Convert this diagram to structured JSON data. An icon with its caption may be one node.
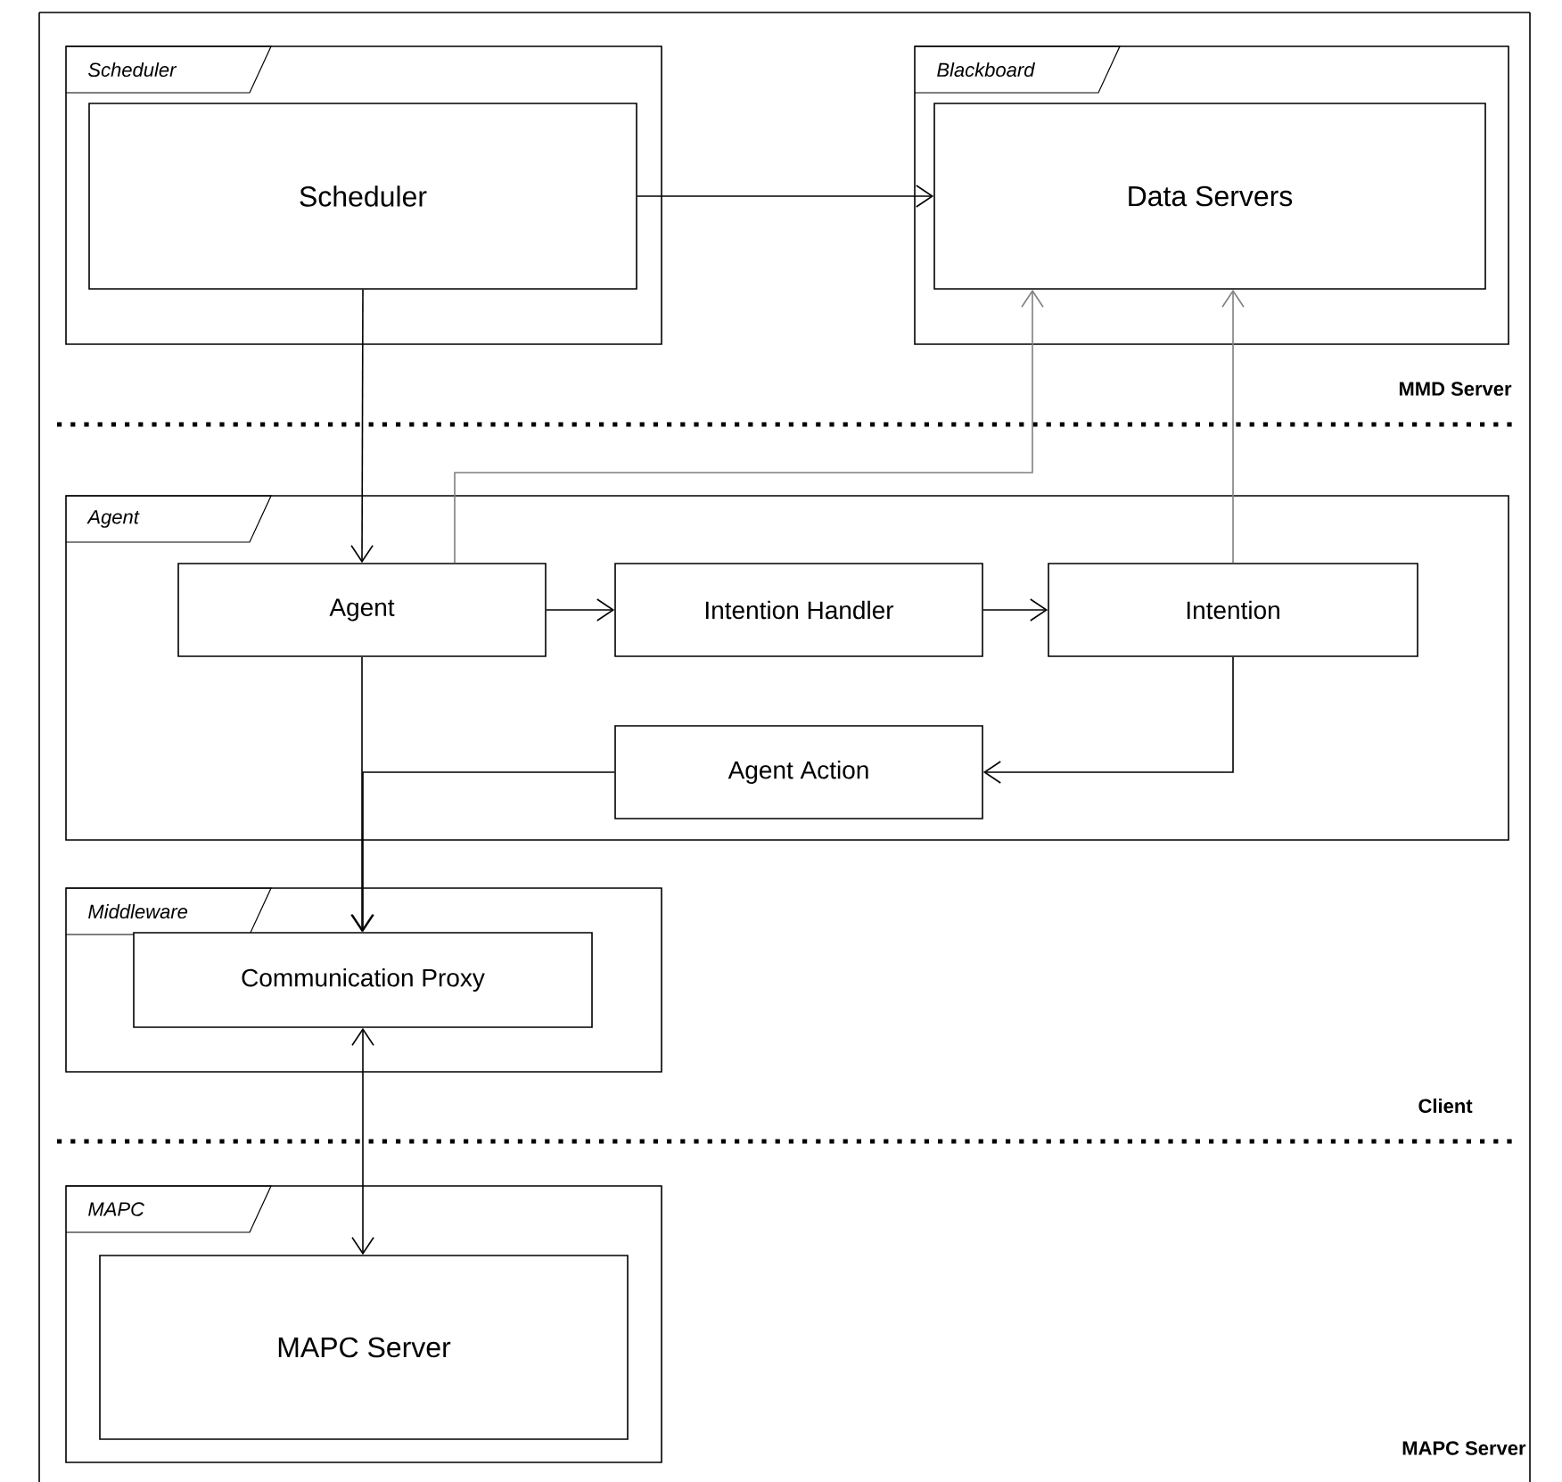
{
  "diagram": {
    "nodes": [
      {
        "text": [
          "Scheduler"
        ]
      },
      {
        "text": [
          "Scheduler"
        ],
        "in": 0
      },
      {
        "text": [
          "Blackboard"
        ]
      },
      {
        "text": [
          "Data Servers"
        ],
        "in": 2
      },
      {
        "text": [
          "Agent"
        ]
      },
      {
        "text": [
          "Agent"
        ],
        "in": 4
      },
      {
        "text": [
          "Intention Handler"
        ],
        "in": 4
      },
      {
        "text": [
          "Intention"
        ],
        "in": 4
      },
      {
        "text": [
          "Agent Action"
        ],
        "in": 4
      },
      {
        "text": [
          "Middleware"
        ]
      },
      {
        "text": [
          "Communication Proxy"
        ],
        "in": 9
      },
      {
        "text": [
          "MAPC"
        ]
      },
      {
        "text": [
          "MAPC Server"
        ],
        "in": 11
      }
    ],
    "edges": [
      {
        "from": 1,
        "to": 3,
        "arrow": "to"
      },
      {
        "from": 1,
        "to": 5,
        "arrow": "to"
      },
      {
        "from": 5,
        "to": 3,
        "arrow": "to",
        "color": "#808080"
      },
      {
        "from": 7,
        "to": 3,
        "arrow": "to",
        "color": "#808080"
      },
      {
        "from": 5,
        "to": 6,
        "arrow": "to"
      },
      {
        "from": 6,
        "to": 7,
        "arrow": "to"
      },
      {
        "from": 7,
        "to": 8,
        "arrow": "to"
      },
      {
        "from": 5,
        "to": 10,
        "arrow": "to"
      },
      {
        "from": 8,
        "to": 10,
        "arrow": "to"
      },
      {
        "from": 10,
        "to": 12,
        "arrow": "both"
      }
    ],
    "labels": [
      "MMD Server",
      "Client",
      "MAPC Server"
    ]
  }
}
